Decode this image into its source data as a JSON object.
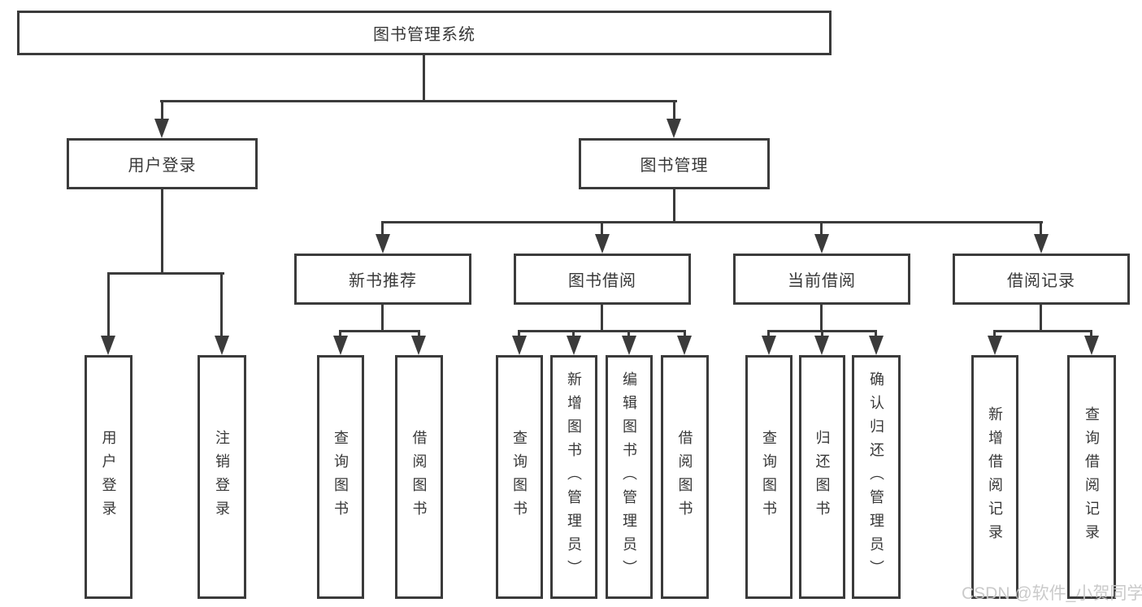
{
  "diagram": {
    "title": "图书管理系统",
    "level2": {
      "user_login": "用户登录",
      "book_management": "图书管理"
    },
    "level3": {
      "new_book_recommend": "新书推荐",
      "book_borrow": "图书借阅",
      "current_borrow": "当前借阅",
      "borrow_records": "借阅记录"
    },
    "leaves": {
      "user_login": "用户登录",
      "logout_login": "注销登录",
      "nb_query_books": "查询图书",
      "nb_borrow_books": "借阅图书",
      "bb_query_books": "查询图书",
      "bb_add_books": "新增图书（管理员）",
      "bb_edit_books": "编辑图书（管理员）",
      "bb_borrow_books": "借阅图书",
      "cb_query_books": "查询图书",
      "cb_return_books": "归还图书",
      "cb_confirm_return": "确认归还（管理员）",
      "br_add_record": "新增借阅记录",
      "br_query_record": "查询借阅记录"
    },
    "watermark": "CSDN @软件_小贺同学"
  },
  "colors": {
    "line": "#3b3b3b",
    "text": "#383838",
    "watermark": "#c8c8c8",
    "background": "#ffffff"
  }
}
